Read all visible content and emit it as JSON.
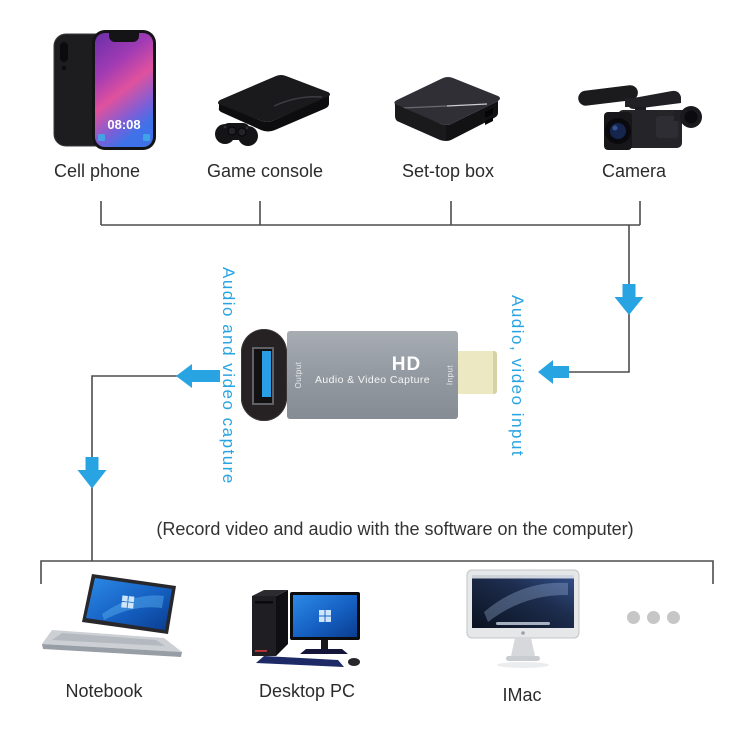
{
  "colors": {
    "accent_blue": "#29a4e2",
    "line_gray": "#4d4d4d",
    "label_text": "#2b2b2b",
    "capture_body_gray": "#959ba2",
    "hdmi_cream": "#ebe8c2",
    "usb_blue": "#2a9ee4"
  },
  "top_devices": [
    {
      "label": "Cell phone"
    },
    {
      "label": "Game console"
    },
    {
      "label": "Set-top box"
    },
    {
      "label": "Camera"
    }
  ],
  "phone": {
    "time": "08:08"
  },
  "capture_device": {
    "brand": "HD",
    "name": "Audio & Video Capture",
    "output_label": "Output",
    "input_label": "Input"
  },
  "annotations": {
    "left_flow": "Audio and video capture",
    "right_flow": "Audio, video input",
    "note": "(Record video and audio with the software on the computer)"
  },
  "bottom_devices": [
    {
      "label": "Notebook"
    },
    {
      "label": "Desktop PC"
    },
    {
      "label": "IMac"
    }
  ]
}
